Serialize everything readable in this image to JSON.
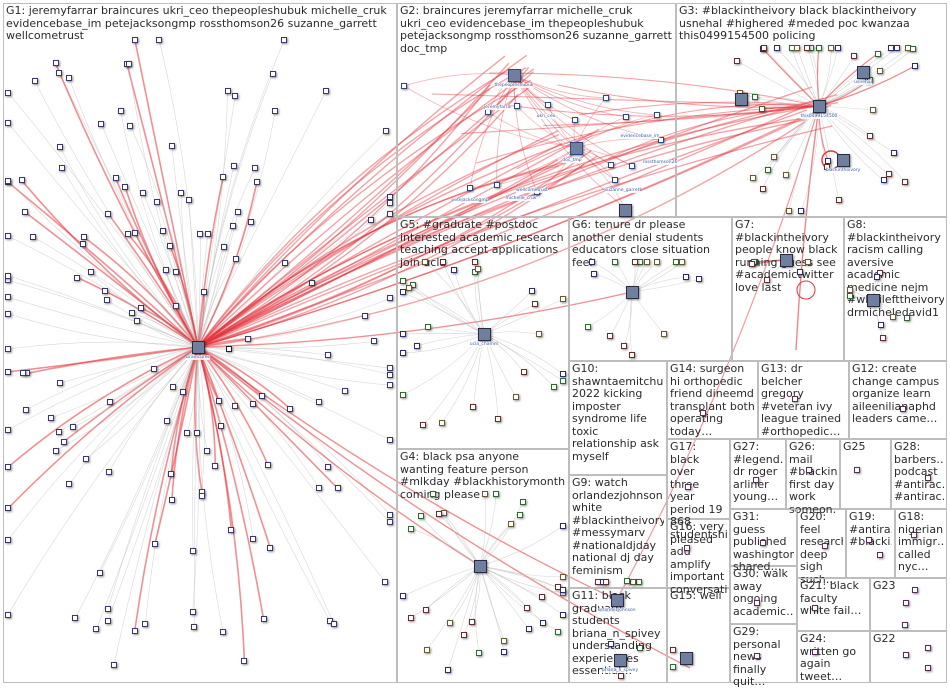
{
  "colors": {
    "strong_edge": "#e5333b",
    "faint_edge": "#b8b8b8",
    "group_border": "#bdbdbd",
    "node_border": "#3a3a6a",
    "background": "#ffffff"
  },
  "groups": [
    {
      "id": "G1",
      "label": "G1: jeremyfarrar braincures ukri_ceo thepeopleshubuk michelle_cruk evidencebase_im petejacksongmp rossthomson26 suzanne_garrett wellcometrust"
    },
    {
      "id": "G2",
      "label": "G2: braincures jeremyfarrar michelle_cruk ukri_ceo evidencebase_im thepeopleshubuk petejacksongmp rossthomson26 suzanne_garrett doc_tmp"
    },
    {
      "id": "G3",
      "label": "G3: #blackintheivory black blackintheivory usnehal #highered #meded poc kwanzaa this0499154500 policing"
    },
    {
      "id": "G4",
      "label": "G4: black psa anyone wanting feature person #mlkday #blackhistorymonth coming please"
    },
    {
      "id": "G5",
      "label": "G5: #graduate #postdoc interested academic research teaching accept applications join ucla"
    },
    {
      "id": "G6",
      "label": "G6: tenure dr please another denial students educators close situation feel"
    },
    {
      "id": "G7",
      "label": "G7: #blackintheivory people know black running guess see #academictwitter love last"
    },
    {
      "id": "G8",
      "label": "G8: #blackintheivory racism calling aversive academic medicine nejm #whyilefttheivory drmicheledavid1"
    },
    {
      "id": "G9",
      "label": "G9: watch orlandezjohnson white #blackintheivory #messymarv #nationaldjday national dj day feminism"
    },
    {
      "id": "G10",
      "label": "G10: shawntaemitchu… 2022 kicking imposter syndrome life toxic relationship ask myself"
    },
    {
      "id": "G11",
      "label": "G11: black graduate students briana_n_spivey understanding experiences essential…"
    },
    {
      "id": "G12",
      "label": "G12: create change campus organize learn aileenilianaphd leaders came…"
    },
    {
      "id": "G13",
      "label": "G13: dr belcher gregory #veteran ivy league trained #orthopedic…"
    },
    {
      "id": "G14",
      "label": "G14: surgeon hi orthopedic friend dineemd transplant both operating today…"
    },
    {
      "id": "G15",
      "label": "G15: well"
    },
    {
      "id": "G16",
      "label": "G16: very pleased add amplify important conversati…"
    },
    {
      "id": "G17",
      "label": "G17: black over three year period 19 868 studentshi…"
    },
    {
      "id": "G18",
      "label": "G18: nigerian immigr… called nyc…"
    },
    {
      "id": "G19",
      "label": "G19: #antira… #blacki…"
    },
    {
      "id": "G20",
      "label": "G20: feel research deep sigh such…"
    },
    {
      "id": "G21",
      "label": "G21: black faculty white fail…"
    },
    {
      "id": "G22",
      "label": "G22"
    },
    {
      "id": "G23",
      "label": "G23"
    },
    {
      "id": "G24",
      "label": "G24: written go again tweet…"
    },
    {
      "id": "G25",
      "label": "G25"
    },
    {
      "id": "G26",
      "label": "G26: mail #blackin… first day work someon…"
    },
    {
      "id": "G27",
      "label": "G27: #legend… dr roger arliner young…"
    },
    {
      "id": "G28",
      "label": "G28: barbers… podcast #antirac… #antirac…"
    },
    {
      "id": "G29",
      "label": "G29: personal news finally quit…"
    },
    {
      "id": "G30",
      "label": "G30: walk away ongoing academic…"
    },
    {
      "id": "G31",
      "label": "G31: guess published washington shared…"
    }
  ],
  "node_labels": [
    "braincures",
    "thepeopleshubuk",
    "jeremyfarrar",
    "doc_tmp",
    "evidencebase_im",
    "ukri_ceo",
    "michelle_cruk",
    "petejacksongmp",
    "rossthomson26",
    "suzanne_garrett",
    "wellcometrust",
    "this0499154500",
    "blackintheivory",
    "usnehal",
    "ucla_chamm",
    "shawntaemitchu",
    "orlandezjohnson",
    "briana_n_spivey",
    "dineemd"
  ]
}
